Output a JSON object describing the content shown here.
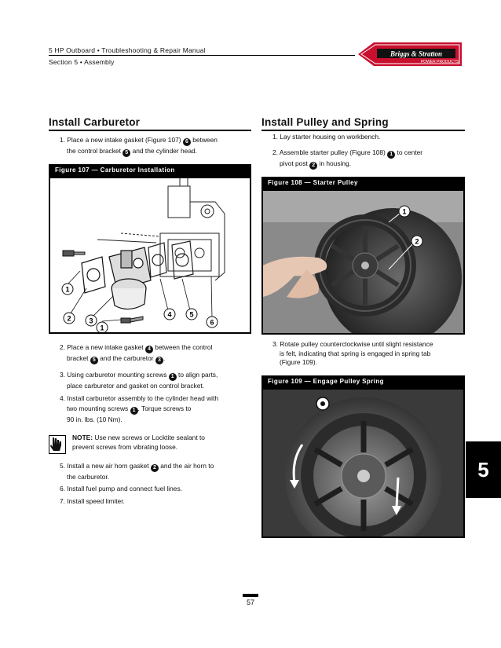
{
  "header": {
    "manual_title": "5 HP Outboard • Troubleshooting & Repair Manual",
    "section": "Section 5 • Assembly",
    "logo_text": "Briggs & Stratton",
    "logo_subtext": "POWER PRODUCTS"
  },
  "carburetor": {
    "title": "Install Carburetor",
    "step1_a": "1.  Place a new intake gasket (Figure 107)",
    "step1_b": "between",
    "step1_c": "the control bracket",
    "step1_d": "and the cylinder head.",
    "figure_caption": "Figure 107 — Carburetor Installation",
    "step2_a": "2.  Place a new intake gasket",
    "step2_b": "between the control",
    "step2_c": "bracket",
    "step2_d": "and the carburetor",
    "step3_a": "3.  Using carburetor mounting screws",
    "step3_b": "to align parts,",
    "step3_c": "place carburetor and gasket on control bracket.",
    "step4_a": "4.  Install carburetor assembly to the cylinder head with",
    "step4_b": "two mounting screws",
    "step4_c": ". Torque screws to",
    "step4_d": "90 in. lbs. (10 Nm).",
    "note_label": "NOTE:",
    "note_a": "Use new screws or Locktite sealant to",
    "note_b": "prevent screws from vibrating loose.",
    "step5_a": "5.  Install a new air horn gasket",
    "step5_b": "and the air horn to",
    "step5_c": "the carburetor.",
    "step6": "6.  Install fuel pump and connect fuel lines.",
    "step7": "7.  Install speed limiter."
  },
  "pulley": {
    "title": "Install Pulley and Spring",
    "step1": "1.  Lay starter housing on workbench.",
    "step2_a": "2.  Assemble starter pulley (Figure 108)",
    "step2_b": "to center",
    "step2_c": "pivot post",
    "step2_d": "in housing.",
    "figure108_caption": "Figure 108 — Starter Pulley",
    "step3_a": "3.  Rotate pulley counterclockwise until slight resistance",
    "step3_b": "is felt, indicating that spring is engaged in spring tab",
    "step3_c": "(Figure 109).",
    "figure109_caption": "Figure 109 — Engage Pulley Spring"
  },
  "callouts": {
    "n1": "1",
    "n2": "2",
    "n3": "3",
    "n4": "4",
    "n5": "5",
    "n6": "6"
  },
  "side_tab": "5",
  "page_number": "57",
  "colors": {
    "logo_red": "#c8102e",
    "ink": "#111111"
  }
}
